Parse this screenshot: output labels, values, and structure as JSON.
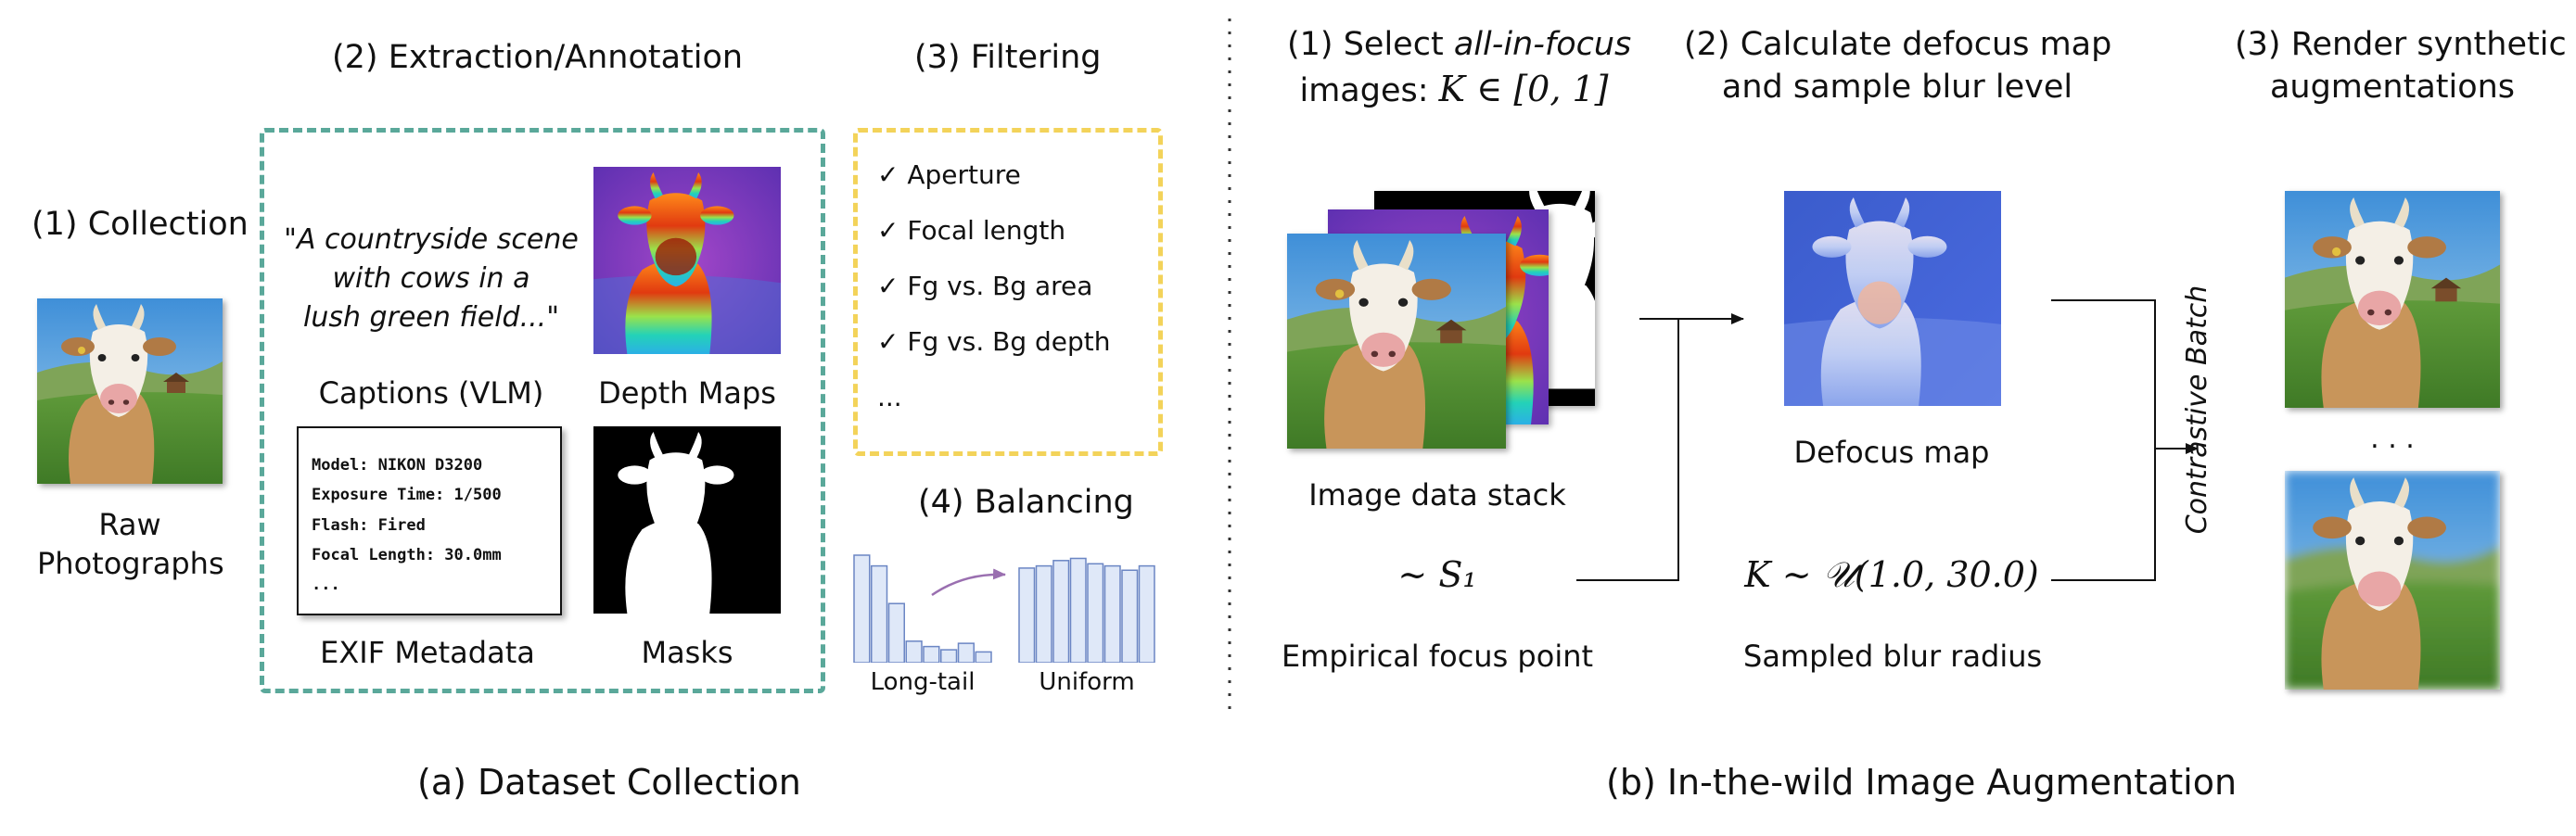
{
  "dataset": {
    "collection_title": "(1) Collection",
    "extraction_title": "(2) Extraction/Annotation",
    "filtering_title": "(3) Filtering",
    "balancing_title": "(4) Balancing",
    "raw_label_line1": "Raw",
    "raw_label_line2": "Photographs",
    "caption_text_line1": "\"A countryside scene",
    "caption_text_line2": "with cows in a",
    "caption_text_line3": "lush green field...\"",
    "captions_label": "Captions (VLM)",
    "depth_label": "Depth Maps",
    "exif_label": "EXIF Metadata",
    "masks_label": "Masks",
    "exif_lines": [
      "Model: NIKON D3200",
      "Exposure Time: 1/500",
      "Flash: Fired",
      "Focal Length: 30.0mm",
      "..."
    ],
    "filters": [
      "Aperture",
      "Focal length",
      "Fg vs. Bg area",
      "Fg vs. Bg depth",
      "..."
    ],
    "filter_check": "✓",
    "long_tail_label": "Long-tail",
    "uniform_label": "Uniform",
    "long_tail_values": [
      1.0,
      0.9,
      0.55,
      0.2,
      0.15,
      0.12,
      0.18,
      0.1
    ],
    "uniform_values": [
      0.88,
      0.9,
      0.95,
      0.97,
      0.92,
      0.9,
      0.86,
      0.9
    ],
    "caption": "(a) Dataset Collection"
  },
  "augmentation": {
    "step1_line1_prefix": "(1) Select ",
    "step1_line1_italic": "all-in-focus",
    "step1_line2_prefix": "images: ",
    "step1_line2_math": "K ∈ [0, 1]",
    "step2_line1": "(2) Calculate defocus map",
    "step2_line2": "and sample blur level",
    "step3_line1": "(3) Render synthetic",
    "step3_line2": "augmentations",
    "stack_label": "Image data stack",
    "defocus_label": "Defocus map",
    "focus_math": "∼ S₁",
    "focus_label": "Empirical focus point",
    "blur_math": "K ∼ 𝒰(1.0, 30.0)",
    "blur_label": "Sampled blur radius",
    "contrastive_label": "Contrastive Batch",
    "dots": ". . .",
    "caption": "(b) In-the-wild Image Augmentation"
  },
  "colors": {
    "green_dash": "#5aa89a",
    "yellow_dash": "#f3d35a",
    "bar_fill": "#dfe8f8",
    "bar_stroke": "#6b86c4",
    "arrow_purple": "#9a6fb0"
  }
}
